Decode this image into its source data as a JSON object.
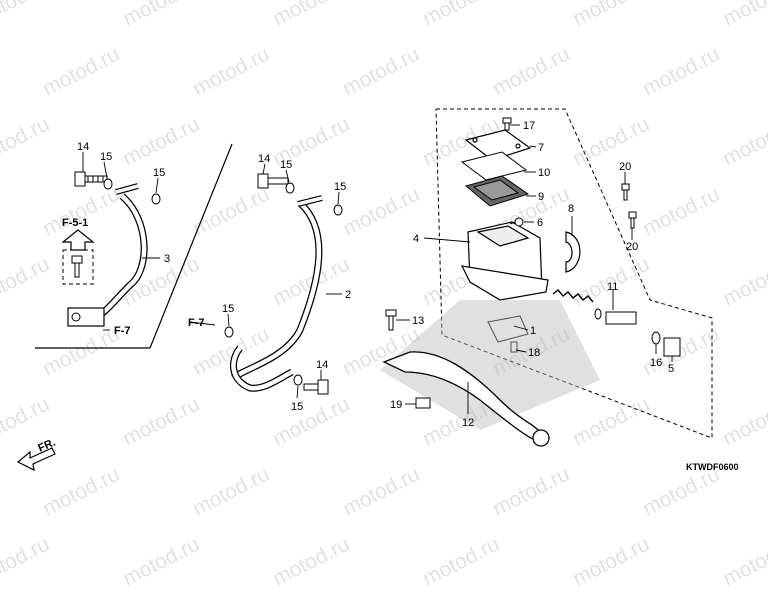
{
  "watermark": "motod.ru",
  "diagram_code": "KTWDF0600",
  "front_arrow": "FR.",
  "refs": {
    "f51": "F-5-1",
    "f7a": "F-7",
    "f7b": "F-7"
  },
  "callouts": {
    "c1": "1",
    "c2": "2",
    "c3": "3",
    "c4": "4",
    "c5": "5",
    "c6": "6",
    "c7": "7",
    "c8": "8",
    "c9": "9",
    "c10": "10",
    "c11": "11",
    "c12": "12",
    "c13": "13",
    "c14a": "14",
    "c14b": "14",
    "c14c": "14",
    "c15a": "15",
    "c15b": "15",
    "c15c": "15",
    "c15d": "15",
    "c15e": "15",
    "c15f": "15",
    "c16": "16",
    "c17": "17",
    "c18": "18",
    "c19": "19",
    "c20a": "20",
    "c20b": "20"
  }
}
